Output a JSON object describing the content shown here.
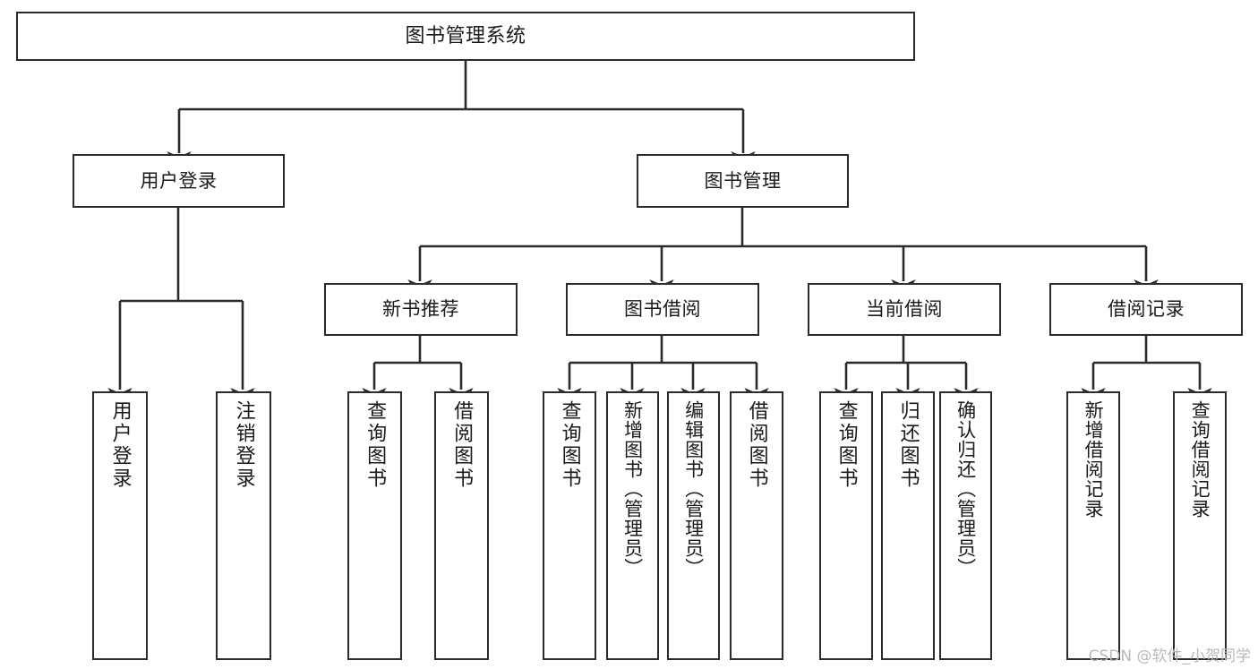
{
  "diagram": {
    "title": "图书管理系统",
    "type": "tree",
    "watermark": "CSDN @软件_小贺同学",
    "colors": {
      "stroke": "#2b2b2b",
      "fill": "#ffffff",
      "text": "#1a1a1a",
      "watermark": "#b9b9b9"
    },
    "nodes": {
      "root": {
        "label": "图书管理系统"
      },
      "level2": [
        {
          "id": "user-login",
          "label": "用户登录"
        },
        {
          "id": "book-manage",
          "label": "图书管理"
        }
      ],
      "level3": [
        {
          "id": "new-book-recommend",
          "label": "新书推荐"
        },
        {
          "id": "book-borrow",
          "label": "图书借阅"
        },
        {
          "id": "current-borrow",
          "label": "当前借阅"
        },
        {
          "id": "borrow-record",
          "label": "借阅记录"
        }
      ],
      "leaves": [
        {
          "id": "leaf-user-login",
          "label": "用户登录",
          "parent": "user-login"
        },
        {
          "id": "leaf-logout-login",
          "label": "注销登录",
          "parent": "user-login"
        },
        {
          "id": "leaf-query-book-1",
          "label": "查询图书",
          "parent": "new-book-recommend"
        },
        {
          "id": "leaf-borrow-book-1",
          "label": "借阅图书",
          "parent": "new-book-recommend"
        },
        {
          "id": "leaf-query-book-2",
          "label": "查询图书",
          "parent": "book-borrow"
        },
        {
          "id": "leaf-add-book",
          "label": "新增图书（管理员）",
          "parent": "book-borrow"
        },
        {
          "id": "leaf-edit-book",
          "label": "编辑图书（管理员）",
          "parent": "book-borrow"
        },
        {
          "id": "leaf-borrow-book-2",
          "label": "借阅图书",
          "parent": "book-borrow"
        },
        {
          "id": "leaf-query-book-3",
          "label": "查询图书",
          "parent": "current-borrow"
        },
        {
          "id": "leaf-return-book",
          "label": "归还图书",
          "parent": "current-borrow"
        },
        {
          "id": "leaf-confirm-return",
          "label": "确认归还（管理员）",
          "parent": "current-borrow"
        },
        {
          "id": "leaf-add-record",
          "label": "新增借阅记录",
          "parent": "borrow-record"
        },
        {
          "id": "leaf-query-record",
          "label": "查询借阅记录",
          "parent": "borrow-record"
        }
      ]
    }
  }
}
